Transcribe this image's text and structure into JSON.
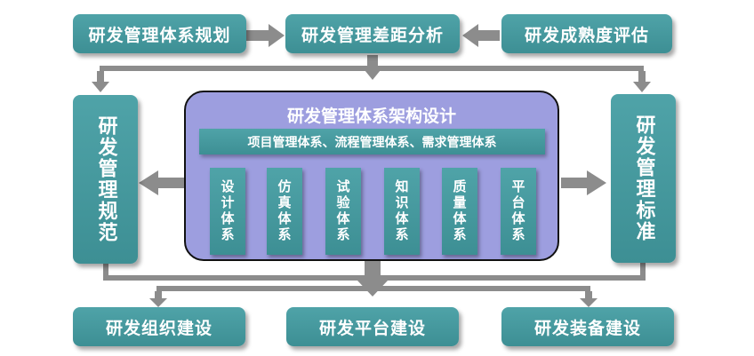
{
  "top_row": {
    "left": "研发管理体系规划",
    "middle": "研发管理差距分析",
    "right": "研发成熟度评估"
  },
  "side": {
    "left": "研发管理规范",
    "right": "研发管理标准"
  },
  "center": {
    "title": "研发管理体系架构设计",
    "subtitle": "项目管理体系、流程管理体系、需求管理体系",
    "systems": [
      "设计体系",
      "仿真体系",
      "试验体系",
      "知识体系",
      "质量体系",
      "平台体系"
    ]
  },
  "bottom_row": {
    "left": "研发组织建设",
    "middle": "研发平台建设",
    "right": "研发装备建设"
  },
  "colors": {
    "box": "#4a9a9f",
    "center_fill": "#9d9edf",
    "arrow": "#8c8c8c"
  }
}
